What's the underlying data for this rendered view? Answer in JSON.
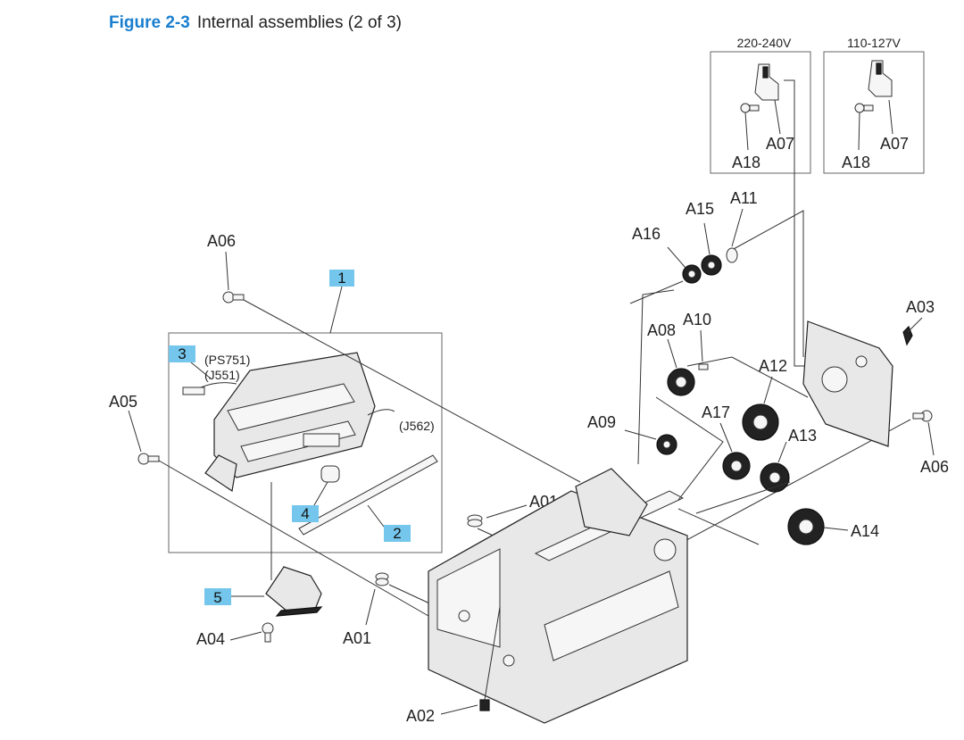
{
  "figure": {
    "number": "Figure 2-3",
    "title": "Internal assemblies (2 of 3)"
  },
  "voltage_panels": [
    {
      "label": "220-240V",
      "parts": [
        "A07",
        "A18"
      ]
    },
    {
      "label": "110-127V",
      "parts": [
        "A07",
        "A18"
      ]
    }
  ],
  "callouts": {
    "c1": "1",
    "c2": "2",
    "c3": "3",
    "c4": "4",
    "c5": "5"
  },
  "connector_labels": {
    "ps751": "(PS751)",
    "j551": "(J551)",
    "j562": "(J562)"
  },
  "part_labels": {
    "A01_a": "A01",
    "A01_b": "A01",
    "A02": "A02",
    "A03": "A03",
    "A04": "A04",
    "A05": "A05",
    "A06_a": "A06",
    "A06_b": "A06",
    "A07_a": "A07",
    "A07_b": "A07",
    "A08": "A08",
    "A09": "A09",
    "A10": "A10",
    "A11": "A11",
    "A12": "A12",
    "A13": "A13",
    "A14": "A14",
    "A15": "A15",
    "A16": "A16",
    "A17": "A17",
    "A18_a": "A18",
    "A18_b": "A18"
  },
  "colors": {
    "figure_number": "#1a7fd0",
    "callout_fill": "#74c6ec"
  }
}
